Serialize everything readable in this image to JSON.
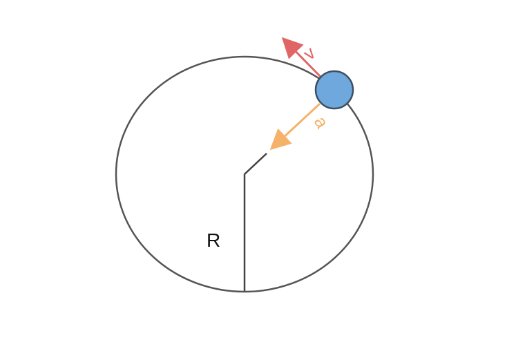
{
  "diagram": {
    "labels": {
      "radius": "R",
      "velocity": "v",
      "acceleration": "a"
    },
    "colors": {
      "circle_stroke": "#555555",
      "radius_stroke": "#444444",
      "ball_fill": "#6fa8dc",
      "ball_stroke": "#3d4f63",
      "velocity": "#e06666",
      "acceleration": "#f6b26b",
      "text": "#111111"
    }
  }
}
